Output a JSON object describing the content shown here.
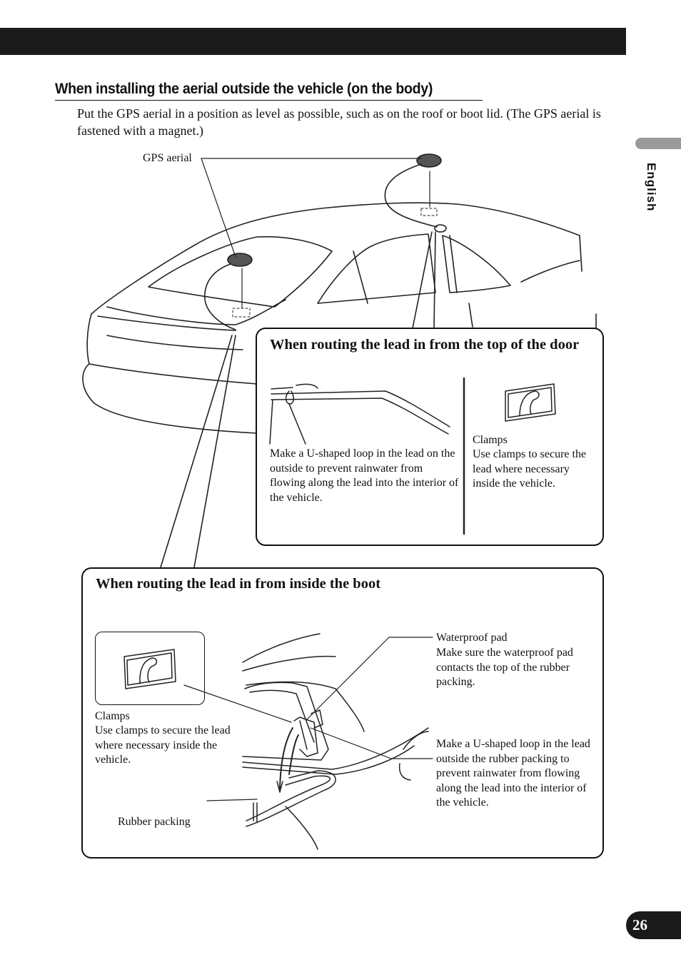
{
  "header": {
    "language_tab": "English"
  },
  "section": {
    "title": "When installing the aerial outside the vehicle (on the body)",
    "intro": "Put the GPS aerial in a position as level as possible, such as on the roof or boot lid. (The GPS aerial is fastened with a magnet.)"
  },
  "labels": {
    "gps_aerial": "GPS aerial"
  },
  "door_box": {
    "title": "When routing the lead in from the top of the door",
    "loop_text": "Make a U-shaped loop in the lead on the outside to prevent rainwater from flowing along the lead into the interior of the vehicle.",
    "clamps_title": "Clamps",
    "clamps_text": "Use clamps to secure the lead where necessary inside the vehicle."
  },
  "boot_box": {
    "title": "When routing the lead in from inside the boot",
    "clamps_title": "Clamps",
    "clamps_text": "Use clamps to secure the lead where necessary inside the vehicle.",
    "pad_title": "Waterproof pad",
    "pad_text": "Make sure the waterproof pad contacts the top of the rubber packing.",
    "loop_text": "Make a U-shaped loop in the lead outside the rubber packing to prevent rainwater from flowing along the lead into the interior of the vehicle.",
    "rubber_label": "Rubber packing"
  },
  "footer": {
    "page_number": "26"
  }
}
